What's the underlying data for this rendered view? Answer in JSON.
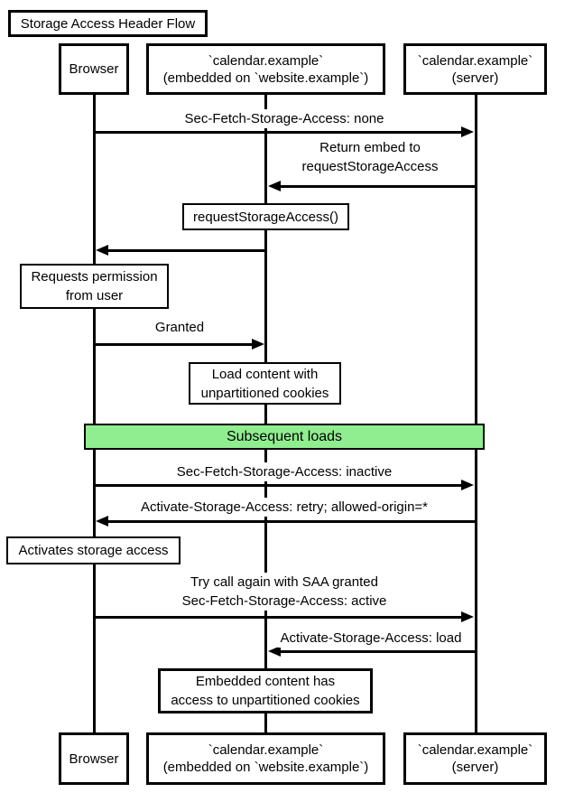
{
  "title": {
    "label": "Storage Access Header Flow"
  },
  "participants": {
    "browser": {
      "label": "Browser"
    },
    "embed": {
      "line1": "`calendar.example`",
      "line2": "(embedded on `website.example`)"
    },
    "server": {
      "line1": "`calendar.example`",
      "line2": "(server)"
    }
  },
  "messages": {
    "none": {
      "label": "Sec-Fetch-Storage-Access: none",
      "from": "Browser",
      "to": "calendar.example (server)"
    },
    "return_embed": {
      "line1": "Return embed to",
      "line2": "requestStorageAccess",
      "from": "calendar.example (server)",
      "to": "calendar.example (embedded)"
    },
    "saa_callback": {
      "label": "",
      "from": "calendar.example (embedded)",
      "to": "Browser"
    },
    "granted": {
      "label": "Granted",
      "from": "Browser",
      "to": "calendar.example (embedded)"
    },
    "inactive": {
      "label": "Sec-Fetch-Storage-Access: inactive",
      "from": "Browser",
      "to": "calendar.example (server)"
    },
    "retry": {
      "label": "Activate-Storage-Access: retry; allowed-origin=*",
      "from": "calendar.example (server)",
      "to": "Browser"
    },
    "try_again": {
      "line1": "Try call again with SAA granted",
      "line2": "Sec-Fetch-Storage-Access: active",
      "from": "Browser",
      "to": "calendar.example (server)"
    },
    "load": {
      "label": "Activate-Storage-Access: load",
      "from": "calendar.example (server)",
      "to": "calendar.example (embedded)"
    }
  },
  "notes": {
    "request_saa": {
      "label": "requestStorageAccess()"
    },
    "permission": {
      "line1": "Requests permission",
      "line2": "from user"
    },
    "load_content": {
      "line1": "Load content with",
      "line2": "unpartitioned cookies"
    },
    "activates": {
      "label": "Activates storage access"
    },
    "embedded_access": {
      "line1": "Embedded content has",
      "line2": "access to unpartitioned cookies"
    }
  },
  "band": {
    "label": "Subsequent loads"
  },
  "colors": {
    "line": "#000000",
    "fill": "#ffffff",
    "band_bg": "#90EE90",
    "text": "#000000"
  }
}
